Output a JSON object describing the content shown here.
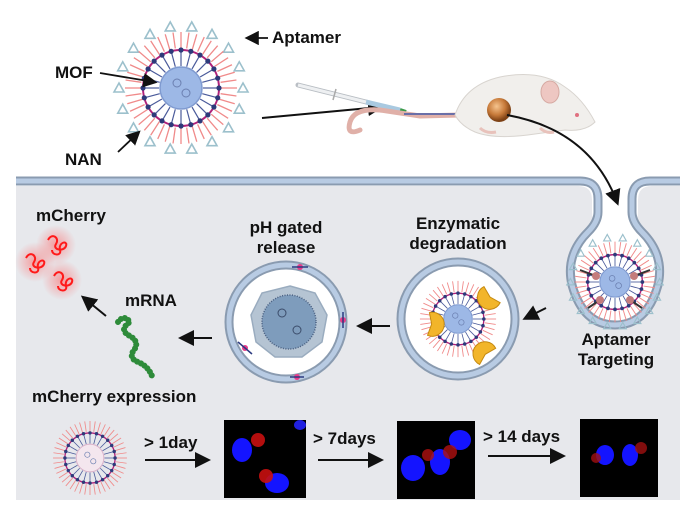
{
  "nanoparticle": {
    "labels": {
      "aptamer": "Aptamer",
      "mof": "MOF",
      "nan": "NAN"
    }
  },
  "cell": {
    "steps": [
      {
        "label_lines": [
          "Aptamer",
          "Targeting"
        ]
      },
      {
        "label_lines": [
          "Enzymatic",
          "degradation"
        ]
      },
      {
        "label_lines": [
          "pH gated",
          "release"
        ]
      }
    ],
    "products": {
      "mrna": "mRNA",
      "protein": "mCherry"
    },
    "expression": {
      "title": "mCherry expression",
      "timepoints": [
        "> 1day",
        "> 7days",
        "> 14 days"
      ]
    }
  },
  "colors": {
    "membrane": "#b8cbe3",
    "membrane_edge": "#8a9bb0",
    "cytoplasm": "#e7e8ec",
    "mof_core": "#9db8e6",
    "lipid_tail": "#f08a8a",
    "lipid_head": "#2d3a7a",
    "aptamer": "#9cc0cc",
    "enzyme": "#f2b52a",
    "mrna": "#2e8b3a",
    "mcherry": "#ff2020",
    "nucleus": "#1a1aff"
  }
}
